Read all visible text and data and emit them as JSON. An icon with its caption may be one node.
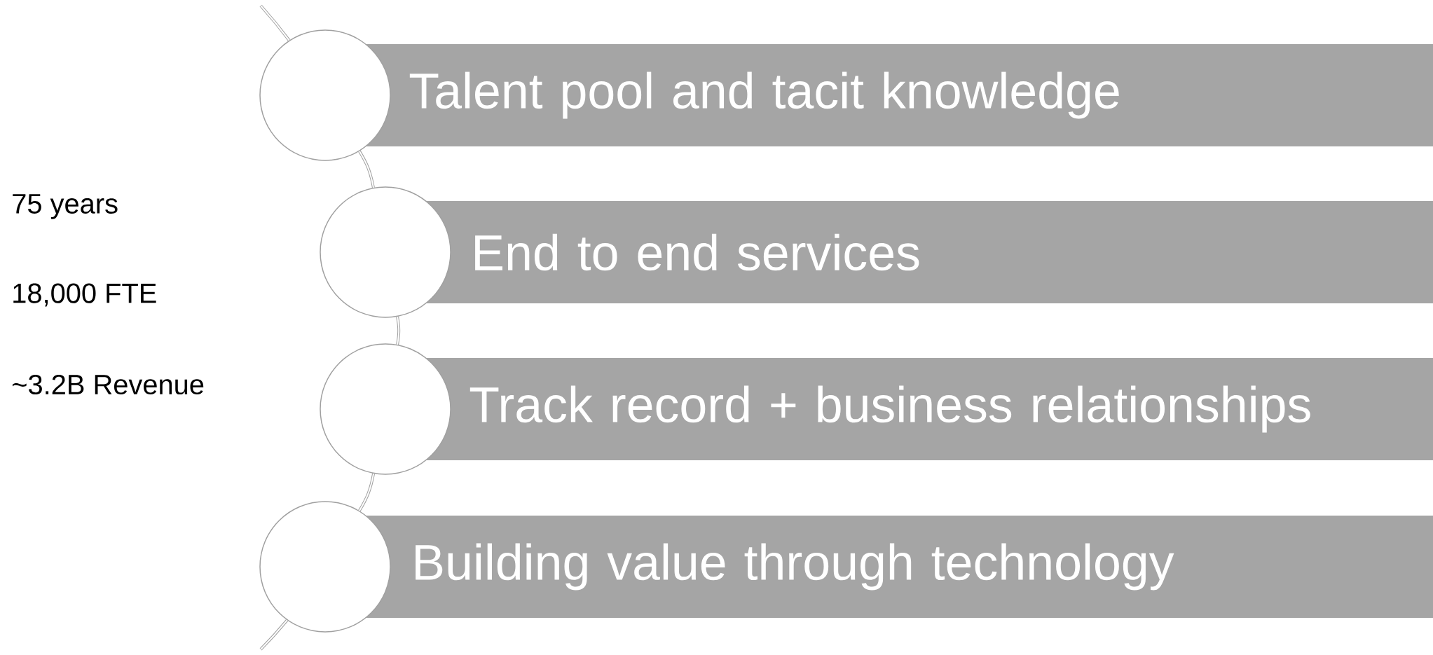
{
  "diagram": {
    "nodes": [
      {
        "text": [],
        "shape": "circle"
      },
      {
        "text": [
          "Talent pool and tacit knowledge"
        ]
      },
      {
        "text": [],
        "shape": "circle"
      },
      {
        "text": [
          "End to end services"
        ]
      },
      {
        "text": [],
        "shape": "circle"
      },
      {
        "text": [
          "Track record + business relationships"
        ]
      },
      {
        "text": [],
        "shape": "circle"
      },
      {
        "text": [
          "Building value through technology"
        ]
      }
    ],
    "edges": [
      {
        "from": null,
        "to": 0,
        "arrow": "none"
      },
      {
        "from": 0,
        "to": 2,
        "arrow": "none"
      },
      {
        "from": 2,
        "to": 4,
        "arrow": "none"
      },
      {
        "from": 4,
        "to": 6,
        "arrow": "none"
      },
      {
        "from": 6,
        "to": null,
        "arrow": "none"
      }
    ],
    "labels": [
      "75 years",
      "18,000 FTE",
      "~3.2B Revenue"
    ]
  }
}
